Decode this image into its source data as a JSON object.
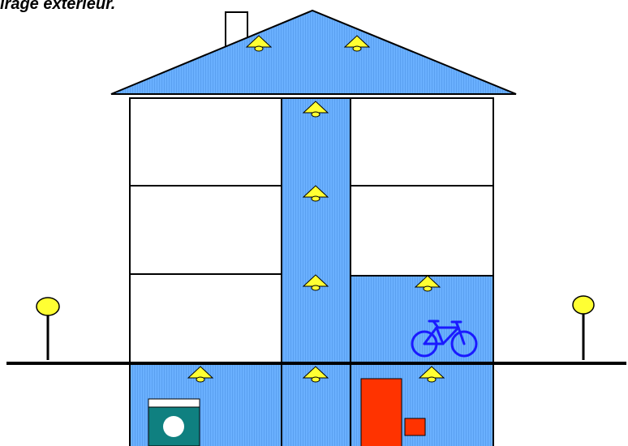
{
  "title": "irage extérieur.",
  "colors": {
    "interior_blue": "#6ab0ff",
    "roof_blue": "#6ab0ff",
    "lamp_yellow": "#ffff33",
    "street_lamp_yellow": "#ffff33",
    "bicycle_blue": "#1a1aff",
    "furnace_red": "#ff3300",
    "washer_teal": "#0f8080",
    "outline": "#000000"
  },
  "icons": [
    "chimney",
    "roof",
    "ceiling-lamp",
    "street-lamp",
    "bicycle",
    "washing-machine",
    "boiler"
  ]
}
